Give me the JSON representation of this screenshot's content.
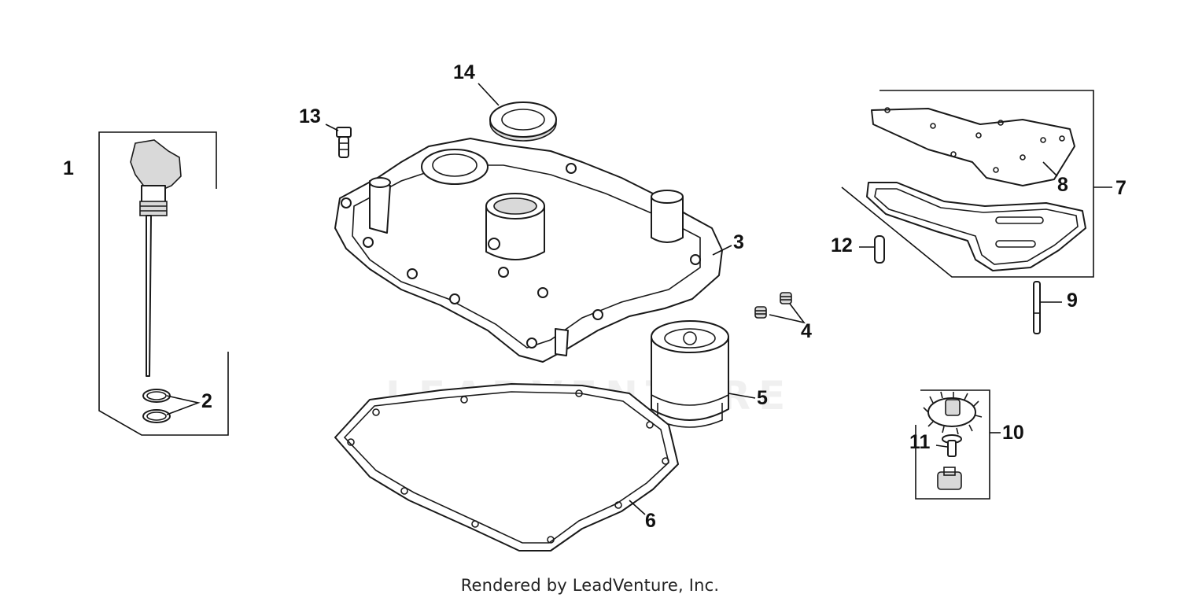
{
  "diagram": {
    "callouts": [
      "1",
      "2",
      "3",
      "4",
      "5",
      "6",
      "7",
      "8",
      "9",
      "10",
      "11",
      "12",
      "13",
      "14"
    ],
    "watermark": "LEADVENTURE",
    "footer": "Rendered by LeadVenture, Inc."
  },
  "colors": {
    "ink": "#111111",
    "background": "#ffffff"
  }
}
